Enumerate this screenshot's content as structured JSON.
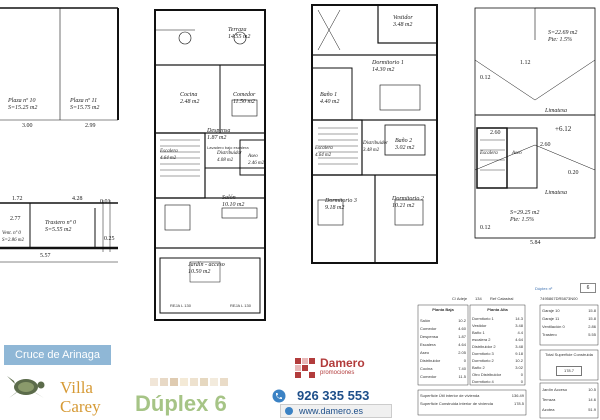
{
  "plan_left": {
    "rooms": [
      {
        "name": "Plaza nº 10",
        "area": "S=15.25 m2"
      },
      {
        "name": "Plaza nº 11",
        "area": "S=15.75 m2"
      },
      {
        "name": "Trastero nº 0",
        "area": "S=5.55 m2"
      },
      {
        "name": "Vent. nº 0",
        "area": "S=2.86 m2"
      }
    ],
    "dims": [
      "3.00",
      "2.99",
      "1.72",
      "4.28",
      "0.01",
      "2.77",
      "0.25",
      "5.57"
    ]
  },
  "plan_ground": {
    "rooms": [
      {
        "name": "Terraza",
        "area": "14.55 m2"
      },
      {
        "name": "Cocina",
        "area": "2.48 m2"
      },
      {
        "name": "Comedor",
        "area": "11.50 m2"
      },
      {
        "name": "Despensa",
        "area": "1.87 m2"
      },
      {
        "name": "Escalera",
        "area": "4.64 m2"
      },
      {
        "name": "Distribuidor",
        "area": "4.08 m2"
      },
      {
        "name": "Aseo",
        "area": "2.46 m2"
      },
      {
        "name": "Salón",
        "area": "10.10 m2"
      },
      {
        "name": "Jardín - acceso",
        "area": "10.50 m2"
      }
    ],
    "notes": [
      "Lavadero bajo escalera"
    ],
    "tags": [
      "REJA L 130",
      "REJA L 130"
    ]
  },
  "plan_upper": {
    "rooms": [
      {
        "name": "Vestidor",
        "area": "3.48 m2"
      },
      {
        "name": "Dormitorio 1",
        "area": "14.30 m2"
      },
      {
        "name": "Baño 1",
        "area": "4.40 m2"
      },
      {
        "name": "Escalera",
        "area": "4.64 m2"
      },
      {
        "name": "Distribuidor",
        "area": "3.48 m2"
      },
      {
        "name": "Baño 2",
        "area": "3.02 m2"
      },
      {
        "name": "Dormitorio 3",
        "area": "9.18 m2"
      },
      {
        "name": "Dormitorio 2",
        "area": "10.21 m2"
      }
    ]
  },
  "plan_roof": {
    "areas": [
      {
        "text": "S=22.69 m2",
        "sub": "Pte: 1.5%"
      },
      {
        "text": "S=29.25 m2",
        "sub": "Pte: 1.5%"
      }
    ],
    "labels": [
      "Limatesa",
      "Limatesa",
      "Escalera",
      "Aseo"
    ],
    "dims": [
      "0.12",
      "+6.12",
      "0.20",
      "0.12",
      "5.84",
      "2.60",
      "2.60",
      "1.12"
    ]
  },
  "info": {
    "duplex_label": "Dúplex nº",
    "duplex_value": "6",
    "cadastral_label": "Ref Catastral",
    "cadastral_value": "7495867DR5873N00",
    "cadrow_left": "C/ Adeje",
    "cadrow_num": "134",
    "planta_baja_title": "Planta Baja",
    "planta_baja": [
      {
        "k": "Salón",
        "v": "10.2"
      },
      {
        "k": "Comedor",
        "v": "4.60"
      },
      {
        "k": "Despensa",
        "v": "1.87"
      },
      {
        "k": "Escalera",
        "v": "4.64"
      },
      {
        "k": "Aseo",
        "v": "2.05"
      },
      {
        "k": "Distribuidor",
        "v": "0"
      },
      {
        "k": "Cocina",
        "v": "7.40"
      },
      {
        "k": "Comedor",
        "v": "11.5"
      }
    ],
    "planta_alta_title": "Planta Alta",
    "planta_alta": [
      {
        "k": "Dormitorio 1",
        "v": "14.3"
      },
      {
        "k": "Vestidor",
        "v": "3.48"
      },
      {
        "k": "Baño 1",
        "v": "4.4"
      },
      {
        "k": "escalera 2",
        "v": "4.64"
      },
      {
        "k": "Distribuidor 2",
        "v": "3.48"
      },
      {
        "k": "Dormitorio 3",
        "v": "9.18"
      },
      {
        "k": "Dormitorio 2",
        "v": "10.2"
      },
      {
        "k": "Baño 2",
        "v": "3.02"
      },
      {
        "k": "Otro Distribuidor",
        "v": "0"
      },
      {
        "k": "Dormitorio 4",
        "v": "0"
      }
    ],
    "garaje": [
      {
        "k": "Garaje 10",
        "v": "15.8"
      },
      {
        "k": "Garaje 11",
        "v": "15.8"
      },
      {
        "k": "Ventilación 0",
        "v": "2.86"
      },
      {
        "k": "Trastero",
        "v": "5.55"
      }
    ],
    "total_label": "Total Superficie Construida",
    "total_value": "178.7",
    "util_row_1_label": "Superficie Útil interior de vivienda",
    "util_row_1_value": "136.49",
    "util_row_2_label": "Superficie Construida interior de vivienda",
    "util_row_2_value": "178.5",
    "jardin": [
      {
        "k": "Jardín Acceso",
        "v": "10.5"
      },
      {
        "k": "Terraza",
        "v": "14.6"
      },
      {
        "k": "Azotea",
        "v": "51.9"
      }
    ]
  },
  "brand": {
    "tagline": "Cruce de Arinaga",
    "project_line1": "Villa",
    "project_line2": "Carey",
    "product": "Dúplex 6",
    "company": "Damero",
    "company_sub": "promociones",
    "phone": "926 335 553",
    "web": "www.damero.es",
    "colors": {
      "tagline_bg": "#8fb7d6",
      "villa": "#d69a35",
      "product": "#a6c486",
      "damero": "#b23c3c",
      "web_bg": "#f0f0f0"
    }
  }
}
